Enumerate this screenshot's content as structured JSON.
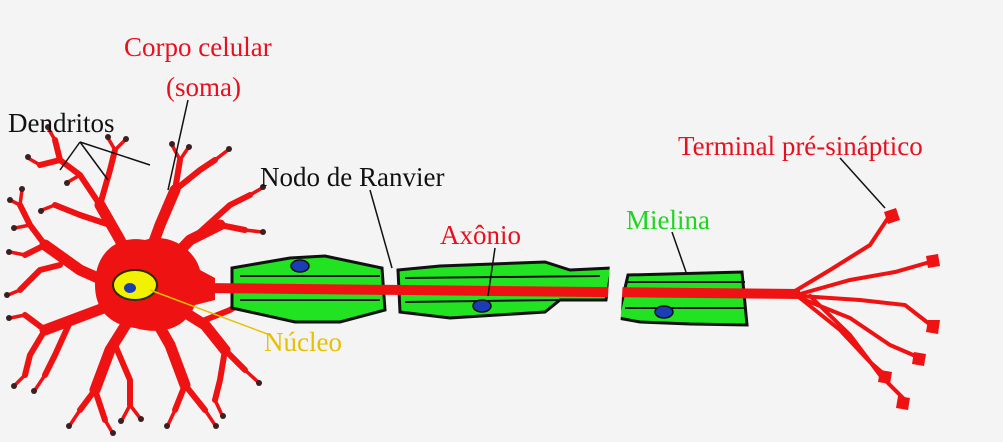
{
  "labels": {
    "corpo_celular_line1": "Corpo celular",
    "corpo_celular_line2": "(soma)",
    "dendritos": "Dendritos",
    "nodo_de_ranvier": "Nodo de Ranvier",
    "axonio": "Axônio",
    "mielina": "Mielina",
    "terminal": "Terminal pré-sináptico",
    "nucleo": "Núcleo"
  },
  "colors": {
    "neuron_red": "#ee1212",
    "myelin_green": "#22e322",
    "nucleus_yellow": "#f2f200",
    "nucleus_blue": "#1a3cb4",
    "label_red": "#e8101e",
    "label_green": "#1fd61f",
    "label_yellow": "#e8c000",
    "label_black": "#111111",
    "background": "#f4f4f4"
  }
}
